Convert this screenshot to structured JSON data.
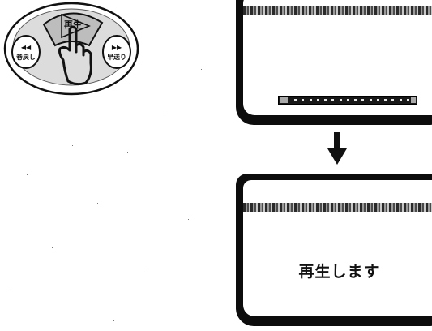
{
  "remote": {
    "play_label": "再生",
    "rewind_symbol": "◀◀",
    "rewind_label": "巻戻し",
    "ff_symbol": "▶▶",
    "ff_label": "早送り",
    "icons": [
      "hand-pointer-icon"
    ]
  },
  "screen_top": {
    "state": "before-play",
    "icons": [
      "progress-gauge-icon"
    ]
  },
  "transition": {
    "icon": "arrow-down-icon"
  },
  "screen_bottom": {
    "message": "再生します"
  },
  "colors": {
    "ink": "#111111",
    "bezel": "#0d0d0d",
    "paper": "#ffffff"
  }
}
